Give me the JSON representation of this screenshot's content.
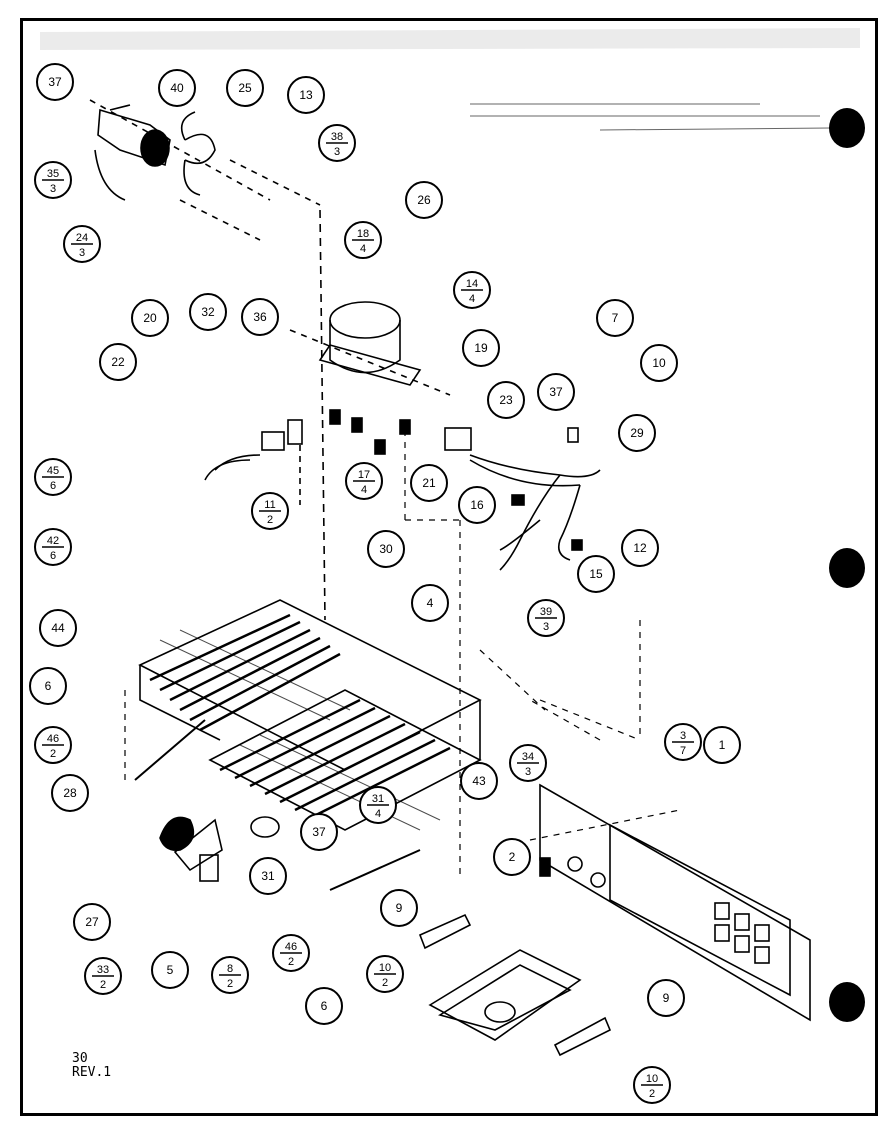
{
  "footer": {
    "page": "30",
    "revision": "REV.1"
  },
  "callouts": [
    {
      "id": "c1",
      "label": "37"
    },
    {
      "id": "c2",
      "label": "40"
    },
    {
      "id": "c3",
      "label": "25"
    },
    {
      "id": "c4",
      "label": "13"
    },
    {
      "id": "c5",
      "label": "38",
      "sub": "3"
    },
    {
      "id": "c6",
      "label": "35",
      "sub": "3"
    },
    {
      "id": "c7",
      "label": "24",
      "sub": "3"
    },
    {
      "id": "c8",
      "label": "26"
    },
    {
      "id": "c9",
      "label": "18",
      "sub": "4"
    },
    {
      "id": "c10",
      "label": "14",
      "sub": "4"
    },
    {
      "id": "c11",
      "label": "20"
    },
    {
      "id": "c12",
      "label": "32"
    },
    {
      "id": "c13",
      "label": "36"
    },
    {
      "id": "c14",
      "label": "22"
    },
    {
      "id": "c15",
      "label": "19"
    },
    {
      "id": "c16",
      "label": "7"
    },
    {
      "id": "c17",
      "label": "10"
    },
    {
      "id": "c18",
      "label": "37"
    },
    {
      "id": "c19",
      "label": "23"
    },
    {
      "id": "c20",
      "label": "29"
    },
    {
      "id": "c21",
      "label": "17",
      "sub": "4"
    },
    {
      "id": "c22",
      "label": "21"
    },
    {
      "id": "c23",
      "label": "16"
    },
    {
      "id": "c24",
      "label": "45",
      "sub": "6"
    },
    {
      "id": "c25",
      "label": "11",
      "sub": "2"
    },
    {
      "id": "c26",
      "label": "42",
      "sub": "6"
    },
    {
      "id": "c27",
      "label": "30"
    },
    {
      "id": "c28",
      "label": "4"
    },
    {
      "id": "c29",
      "label": "15"
    },
    {
      "id": "c30",
      "label": "12"
    },
    {
      "id": "c31",
      "label": "39",
      "sub": "3"
    },
    {
      "id": "c32",
      "label": "44"
    },
    {
      "id": "c33",
      "label": "6"
    },
    {
      "id": "c34",
      "label": "46",
      "sub": "2"
    },
    {
      "id": "c35",
      "label": "34",
      "sub": "3"
    },
    {
      "id": "c36",
      "label": "3",
      "sub": "7"
    },
    {
      "id": "c37",
      "label": "1"
    },
    {
      "id": "c38",
      "label": "43"
    },
    {
      "id": "c39",
      "label": "31",
      "sub": "4"
    },
    {
      "id": "c40",
      "label": "28"
    },
    {
      "id": "c41",
      "label": "37"
    },
    {
      "id": "c42",
      "label": "31"
    },
    {
      "id": "c43",
      "label": "2"
    },
    {
      "id": "c44",
      "label": "27"
    },
    {
      "id": "c45",
      "label": "33",
      "sub": "2"
    },
    {
      "id": "c46",
      "label": "5"
    },
    {
      "id": "c47",
      "label": "8",
      "sub": "2"
    },
    {
      "id": "c48",
      "label": "9"
    },
    {
      "id": "c49",
      "label": "46",
      "sub": "2"
    },
    {
      "id": "c50",
      "label": "10",
      "sub": "2"
    },
    {
      "id": "c51",
      "label": "6"
    },
    {
      "id": "c52",
      "label": "9"
    },
    {
      "id": "c53",
      "label": "10",
      "sub": "2"
    }
  ]
}
